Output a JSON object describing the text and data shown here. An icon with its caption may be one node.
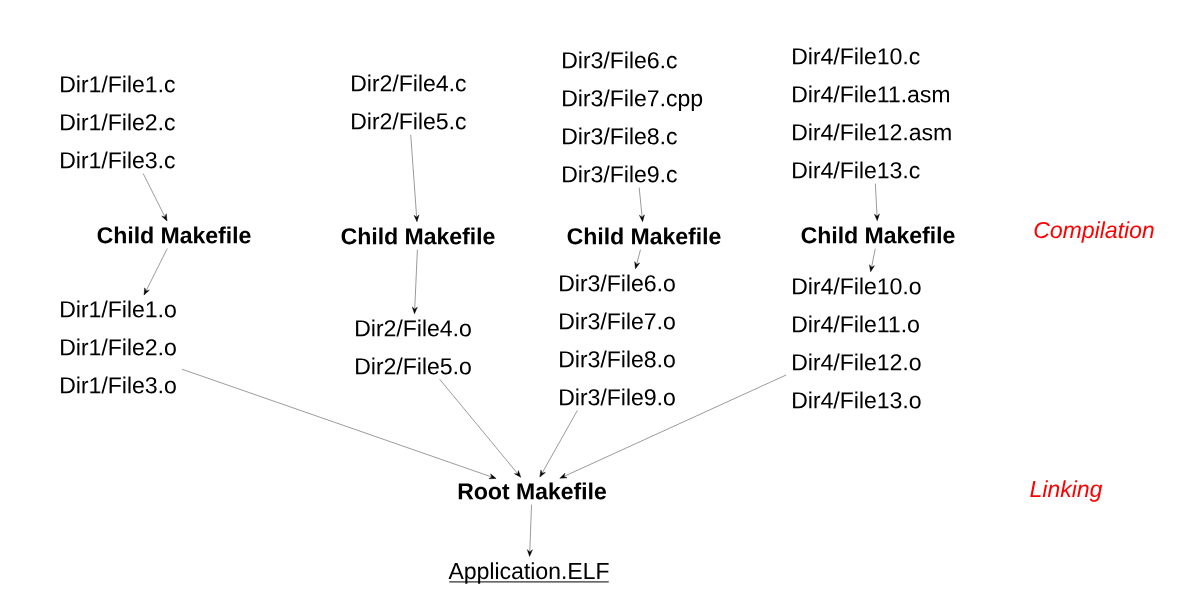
{
  "diagram": {
    "nodes": [
      {
        "text": [
          "Dir1/File1.c",
          "Dir1/File2.c",
          "Dir1/File3.c"
        ]
      },
      {
        "text": [
          "Child Makefile"
        ]
      },
      {
        "text": [
          "Dir1/File1.o",
          "Dir1/File2.o",
          "Dir1/File3.o"
        ]
      },
      {
        "text": [
          "Dir2/File4.c",
          "Dir2/File5.c"
        ]
      },
      {
        "text": [
          "Child Makefile"
        ]
      },
      {
        "text": [
          "Dir2/File4.o",
          "Dir2/File5.o"
        ]
      },
      {
        "text": [
          "Dir3/File6.c",
          "Dir3/File7.cpp",
          "Dir3/File8.c",
          "Dir3/File9.c"
        ]
      },
      {
        "text": [
          "Child Makefile"
        ]
      },
      {
        "text": [
          "Dir3/File6.o",
          "Dir3/File7.o",
          "Dir3/File8.o",
          "Dir3/File9.o"
        ]
      },
      {
        "text": [
          "Dir4/File10.c",
          "Dir4/File11.asm",
          "Dir4/File12.asm",
          "Dir4/File13.c"
        ]
      },
      {
        "text": [
          "Child Makefile"
        ]
      },
      {
        "text": [
          "Dir4/File10.o",
          "Dir4/File11.o",
          "Dir4/File12.o",
          "Dir4/File13.o"
        ]
      },
      {
        "text": [
          "Root Makefile"
        ]
      },
      {
        "text": [
          "Application.ELF"
        ]
      }
    ],
    "edges": [
      {
        "from": 0,
        "to": 1,
        "arrow": "to"
      },
      {
        "from": 1,
        "to": 2,
        "arrow": "to"
      },
      {
        "from": 3,
        "to": 4,
        "arrow": "to"
      },
      {
        "from": 4,
        "to": 5,
        "arrow": "to"
      },
      {
        "from": 6,
        "to": 7,
        "arrow": "to"
      },
      {
        "from": 7,
        "to": 8,
        "arrow": "to"
      },
      {
        "from": 9,
        "to": 10,
        "arrow": "to"
      },
      {
        "from": 10,
        "to": 11,
        "arrow": "to"
      },
      {
        "from": 2,
        "to": 12,
        "arrow": "to"
      },
      {
        "from": 5,
        "to": 12,
        "arrow": "to"
      },
      {
        "from": 8,
        "to": 12,
        "arrow": "to"
      },
      {
        "from": 11,
        "to": 12,
        "arrow": "to"
      },
      {
        "from": 12,
        "to": 13,
        "arrow": "to"
      }
    ],
    "labels": [
      "Compilation",
      "Linking"
    ]
  }
}
